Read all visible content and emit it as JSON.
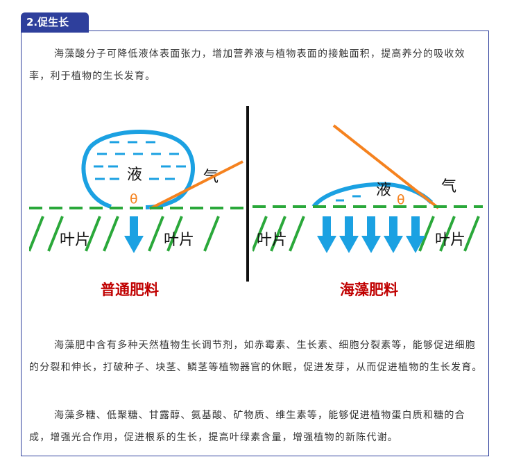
{
  "section_tab": "2.促生长",
  "paragraphs": [
    "海藻酸分子可降低液体表面张力，增加营养液与植物表面的接触面积，提高养分的吸收效率，利于植物的生长发育。",
    "海藻肥中含有多种天然植物生长调节剂，如赤霉素、生长素、细胞分裂素等，能够促进细胞的分裂和伸长，打破种子、块茎、鳞茎等植物器官的休眠，促进发芽，从而促进植物的生长发育。",
    "海藻多糖、低聚糖、甘露醇、氨基酸、矿物质、维生素等，能够促进植物蛋白质和糖的合成，增强光合作用，促进根系的生长，提高叶绿素含量，增强植物的新陈代谢。"
  ],
  "diagram": {
    "left": {
      "liquid_label": "液",
      "gas_label": "气",
      "angle_label": "θ",
      "leaf_label_1": "叶片",
      "leaf_label_2": "叶片",
      "caption": "普通肥料"
    },
    "right": {
      "liquid_label": "液",
      "gas_label": "气",
      "angle_label": "θ",
      "leaf_label_1": "叶片",
      "leaf_label_2": "叶片",
      "caption": "海藻肥料"
    },
    "colors": {
      "frame": "#2e3f9c",
      "droplet": "#1ba1e2",
      "arrow": "#1ba1e2",
      "leaf_hatch": "#2aa83a",
      "tangent": "#f5821f",
      "caption": "#c00000"
    }
  }
}
